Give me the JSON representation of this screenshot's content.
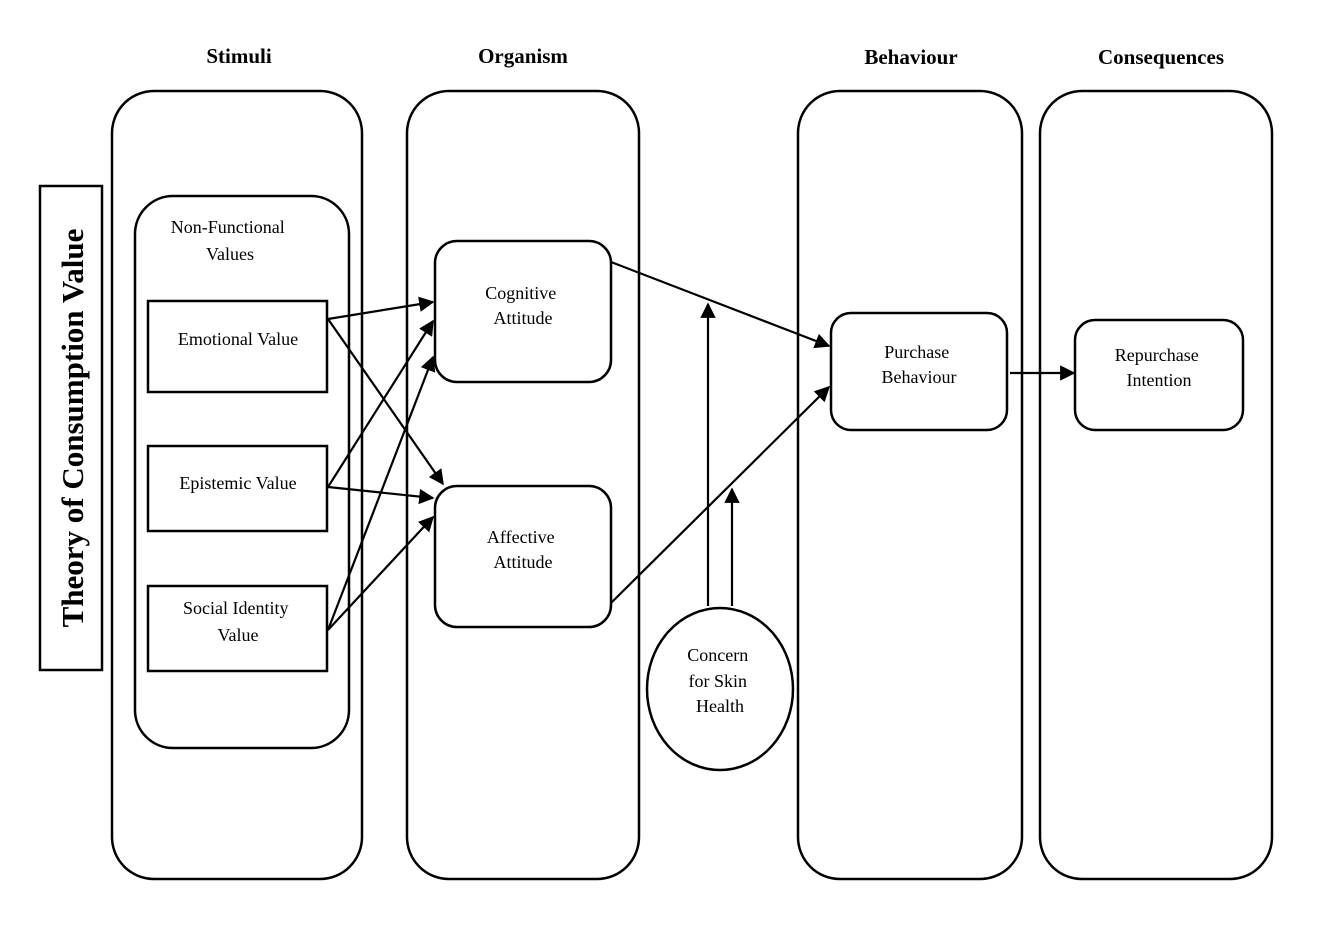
{
  "theory_label": "Theory of Consumption Value",
  "stages": {
    "stimuli": "Stimuli",
    "organism": "Organism",
    "behaviour": "Behaviour",
    "consequences": "Consequences"
  },
  "groups": {
    "non_functional": [
      "Non-Functional",
      "Values"
    ]
  },
  "nodes": {
    "emotional": [
      "Emotional Value"
    ],
    "epistemic": [
      "Epistemic Value"
    ],
    "social": [
      "Social Identity",
      "Value"
    ],
    "cognitive": [
      "Cognitive",
      "Attitude"
    ],
    "affective": [
      "Affective",
      "Attitude"
    ],
    "concern": [
      "Concern",
      "for Skin",
      "Health"
    ],
    "purchase": [
      "Purchase",
      "Behaviour"
    ],
    "repurchase": [
      "Repurchase",
      "Intention"
    ]
  },
  "edges": [
    {
      "from": "emotional",
      "to": "cognitive",
      "type": "direct"
    },
    {
      "from": "emotional",
      "to": "affective",
      "type": "direct"
    },
    {
      "from": "epistemic",
      "to": "cognitive",
      "type": "direct"
    },
    {
      "from": "epistemic",
      "to": "affective",
      "type": "direct"
    },
    {
      "from": "social",
      "to": "cognitive",
      "type": "direct"
    },
    {
      "from": "social",
      "to": "affective",
      "type": "direct"
    },
    {
      "from": "cognitive",
      "to": "purchase",
      "type": "direct"
    },
    {
      "from": "affective",
      "to": "purchase",
      "type": "direct"
    },
    {
      "from": "purchase",
      "to": "repurchase",
      "type": "direct"
    },
    {
      "from": "concern",
      "to": "cognitive->purchase",
      "type": "moderation"
    },
    {
      "from": "concern",
      "to": "affective->purchase",
      "type": "moderation"
    }
  ]
}
